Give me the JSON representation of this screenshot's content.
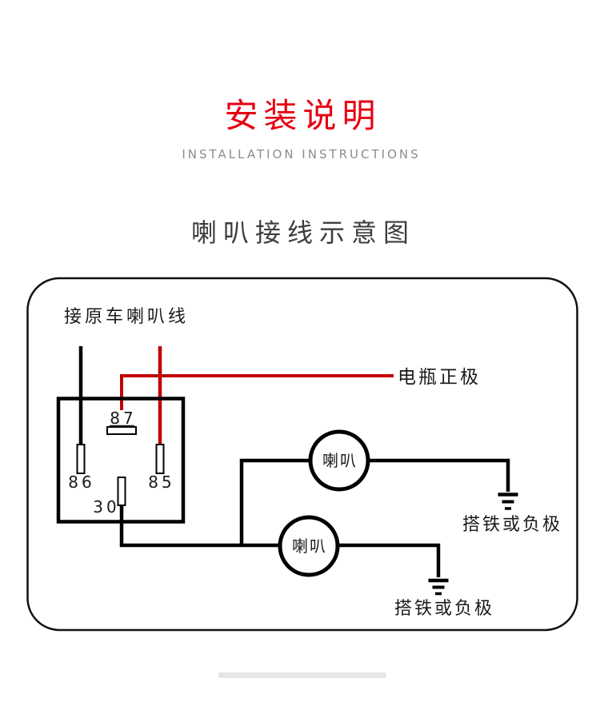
{
  "header": {
    "title": "安装说明",
    "subtitle": "INSTALLATION INSTRUCTIONS"
  },
  "diagram": {
    "heading": "喇叭接线示意图",
    "labels": {
      "original_horn_wire": "接原车喇叭线",
      "battery_positive": "电瓶正极",
      "upper_ground": "搭铁或负极",
      "lower_ground": "搭铁或负极",
      "upper_horn": "喇叭",
      "lower_horn": "喇叭"
    },
    "relay": {
      "pins": [
        {
          "label": "87"
        },
        {
          "label": "86"
        },
        {
          "label": "85"
        },
        {
          "label": "30"
        }
      ]
    },
    "colors": {
      "title_red": "#e60012",
      "wire_red": "#c00000",
      "wire_black": "#000000",
      "subtitle_gray": "#8c8c8c",
      "heading_gray": "#3d3d3d",
      "divider_gray": "#e6e6e6"
    }
  }
}
